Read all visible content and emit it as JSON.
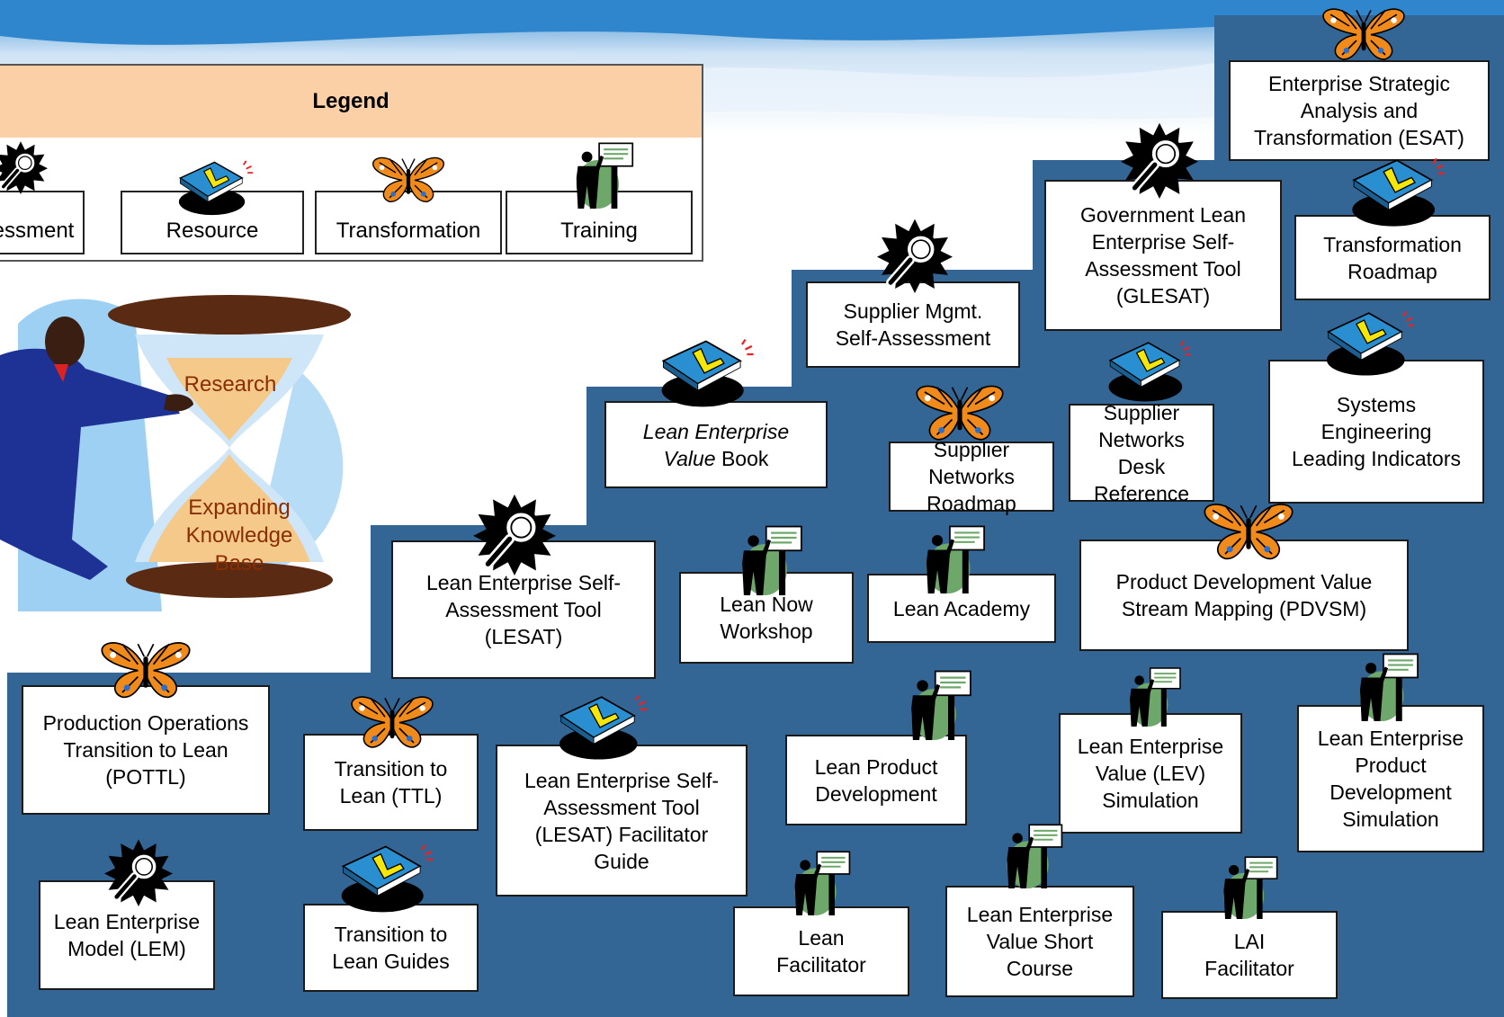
{
  "legend": {
    "title": "Legend",
    "items": [
      {
        "label": "Assessment",
        "icon": "magnifier-icon"
      },
      {
        "label": "Resource",
        "icon": "book-icon"
      },
      {
        "label": "Transformation",
        "icon": "butterfly-icon"
      },
      {
        "label": "Training",
        "icon": "trainer-icon"
      }
    ]
  },
  "hourglass": {
    "top": "Research",
    "bottom": "Expanding\nKnowledge\nBase"
  },
  "colors": {
    "stairs": "#336595",
    "legend_header": "#fbd0a6",
    "sky": "#dcebf8"
  },
  "products": {
    "esat": "Enterprise Strategic\nAnalysis and\nTransformation (ESAT)",
    "glesat": "Government Lean\nEnterprise Self-\nAssessment Tool\n(GLESAT)",
    "transformation_roadmap": "Transformation\nRoadmap",
    "supplier_mgmt": "Supplier Mgmt.\nSelf-Assessment",
    "lev_book_italic_1": "Lean Enterprise",
    "lev_book_italic_2": "Value",
    "lev_book_plain": " Book",
    "supplier_networks_roadmap": "Supplier Networks\nRoadmap",
    "supplier_networks_desk": "Supplier\nNetworks Desk\nReference",
    "systems_engineering": "Systems\nEngineering\nLeading Indicators",
    "lesat": "Lean Enterprise Self-\nAssessment Tool\n(LESAT)",
    "lean_now": "Lean Now\nWorkshop",
    "lean_academy": "Lean Academy",
    "pdvsm": "Product Development Value\nStream Mapping (PDVSM)",
    "pottl": "Production Operations\nTransition to Lean\n(POTTL)",
    "ttl": "Transition to\nLean (TTL)",
    "lesat_guide": "Lean Enterprise Self-\nAssessment Tool\n(LESAT) Facilitator\nGuide",
    "lean_product_dev": "Lean Product\nDevelopment",
    "lev_sim": "Lean Enterprise\nValue (LEV)\nSimulation",
    "lepd_sim": "Lean Enterprise\nProduct\nDevelopment\nSimulation",
    "lem": "Lean Enterprise\nModel (LEM)",
    "ttl_guides": "Transition to\nLean Guides",
    "lean_facilitator": "Lean\nFacilitator",
    "lev_short": "Lean Enterprise\nValue Short\nCourse",
    "lai_facilitator": "LAI\nFacilitator"
  }
}
